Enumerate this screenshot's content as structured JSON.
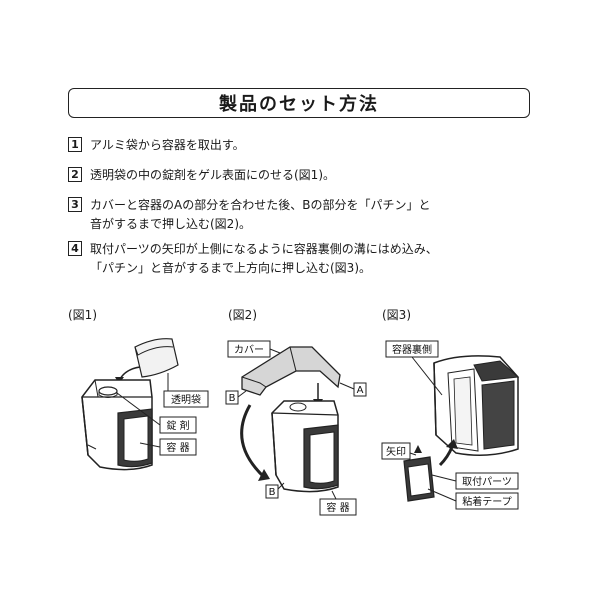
{
  "title": "製品のセット方法",
  "steps": [
    {
      "num": "1",
      "lines": [
        "アルミ袋から容器を取出す。"
      ]
    },
    {
      "num": "2",
      "lines": [
        "透明袋の中の錠剤をゲル表面にのせる(図1)。"
      ]
    },
    {
      "num": "3",
      "lines": [
        "カバーと容器のAの部分を合わせた後、Bの部分を「パチン」と",
        "音がするまで押し込む(図2)。"
      ]
    },
    {
      "num": "4",
      "lines": [
        "取付パーツの矢印が上側になるように容器裏側の溝にはめ込み、",
        "「パチン」と音がするまで上方向に押し込む(図3)。"
      ]
    }
  ],
  "figures": {
    "fig1": {
      "label": "(図1)",
      "callouts": [
        "透明袋",
        "錠 剤",
        "容 器"
      ]
    },
    "fig2": {
      "label": "(図2)",
      "callouts": [
        "カバー",
        "B",
        "A",
        "B",
        "容 器"
      ]
    },
    "fig3": {
      "label": "(図3)",
      "callouts": [
        "容器裏側",
        "矢印",
        "取付パーツ",
        "粘着テープ"
      ]
    }
  }
}
